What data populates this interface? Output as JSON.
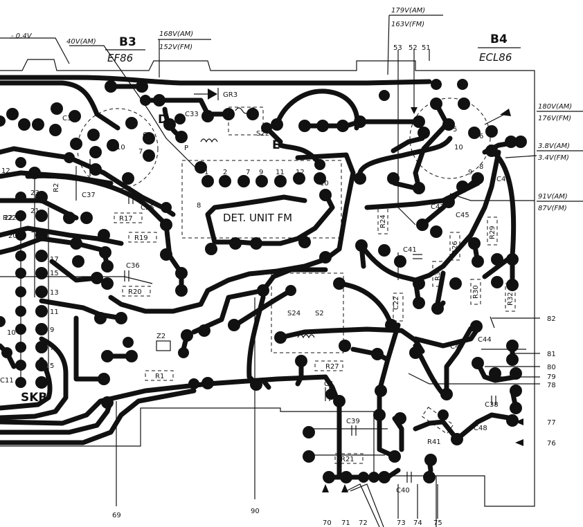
{
  "voltages": {
    "minus04": "- 0.4V",
    "b3_grid_am": "40V(AM)",
    "b3_anode_am": "168V(AM)",
    "b3_anode_fm": "152V(FM)",
    "top_am": "179V(AM)",
    "top_fm": "163V(FM)",
    "b4_a_am": "180V(AM)",
    "b4_a_fm": "176V(FM)",
    "b4_k_am": "3.8V(AM)",
    "b4_k_fm": "3.4V(FM)",
    "b4_g_am": "91V(AM)",
    "b4_g_fm": "87V(FM)"
  },
  "tubes": {
    "b3": {
      "id": "B3",
      "type": "EF86"
    },
    "b4": {
      "id": "B4",
      "type": "ECL86"
    }
  },
  "modules": {
    "det_unit": "DET. UNIT FM",
    "skb": "SKB",
    "p": "P",
    "e": "E"
  },
  "components": {
    "gr3": "GR3",
    "c33": "C33",
    "s22": "S22",
    "c37": "C37",
    "c25": "C25",
    "r17": "R17",
    "r19": "R19",
    "c36": "C36",
    "r20": "R20",
    "z2": "Z2",
    "r1": "R1",
    "s24": "S24",
    "s2x": "S2",
    "r27": "R27",
    "c4x": "C4",
    "c39": "C39",
    "r21": "R21",
    "c40": "C40",
    "r41": "R41",
    "c48": "C48",
    "c38": "C38",
    "c49": "C49",
    "c44": "C44",
    "c22": "C22",
    "c41": "C41",
    "r24": "R24",
    "r26": "R26",
    "r31": "R31",
    "r30": "R30",
    "r32": "R32",
    "r29": "R29",
    "c45": "C45",
    "c43": "C43",
    "c46": "C46",
    "r2": "R2",
    "c3": "C3",
    "d": "D",
    "c11": "C11",
    "r22": "R22"
  },
  "top_pins": [
    "53",
    "52",
    "51"
  ],
  "right_refs": [
    "82",
    "81",
    "80",
    "79",
    "78",
    "77",
    "76"
  ],
  "bottom_refs": [
    "69",
    "90",
    "70",
    "71",
    "72",
    "73",
    "74",
    "75"
  ],
  "skb_pins": [
    "25",
    "23",
    "21",
    "22",
    "20",
    "19",
    "17",
    "15",
    "13",
    "11",
    "9",
    "7",
    "5",
    "10",
    "12"
  ],
  "det_pins": [
    "1",
    "2",
    "7",
    "9",
    "11",
    "12",
    "10"
  ],
  "b3_pins": [
    "6",
    "7",
    "8",
    "10"
  ],
  "b4_pins": [
    "6",
    "7",
    "8",
    "9",
    "10",
    "5"
  ]
}
